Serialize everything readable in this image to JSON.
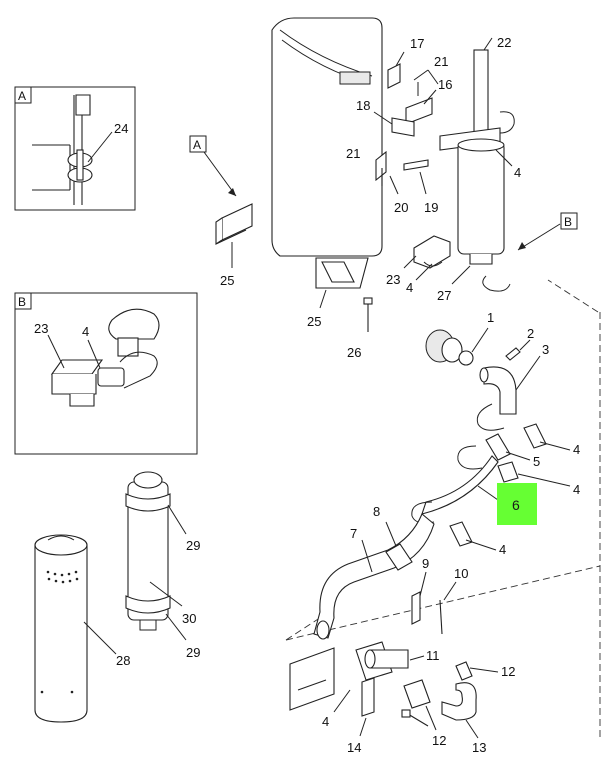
{
  "view_tags": {
    "a": "A",
    "b": "B"
  },
  "callouts": {
    "c1": "1",
    "c2": "2",
    "c3": "3",
    "c4a": "4",
    "c4b": "4",
    "c4c": "4",
    "c4d": "4",
    "c4e": "4",
    "c4f": "4",
    "c4g": "4",
    "c5": "5",
    "c6": "6",
    "c7": "7",
    "c8": "8",
    "c9": "9",
    "c10": "10",
    "c11": "11",
    "c12a": "12",
    "c12b": "12",
    "c13": "13",
    "c14": "14",
    "c16": "16",
    "c17": "17",
    "c18": "18",
    "c19": "19",
    "c20": "20",
    "c21a": "21",
    "c21b": "21",
    "c22": "22",
    "c23a": "23",
    "c23b": "23",
    "c24": "24",
    "c25a": "25",
    "c25b": "25",
    "c26": "26",
    "c27": "27",
    "c28": "28",
    "c29a": "29",
    "c29b": "29",
    "c30": "30"
  },
  "highlight": {
    "label": "6",
    "color": "#66ff33"
  }
}
